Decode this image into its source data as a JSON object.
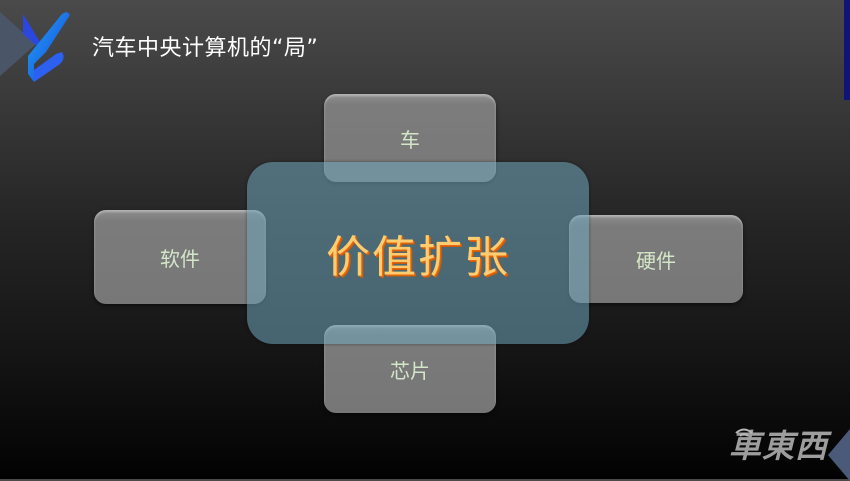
{
  "slide": {
    "title": "汽车中央计算机的“局”",
    "center": {
      "label": "价值扩张",
      "text_color": "#ffcc70",
      "shadow_color": "#e86a10",
      "fill": "#5a8596"
    },
    "nodes": {
      "top": "车",
      "left": "软件",
      "right": "硬件",
      "bottom": "芯片"
    },
    "node_text_color": "#d4e6c8",
    "accent_bar_color": "#10147a",
    "watermark": "車東西"
  }
}
